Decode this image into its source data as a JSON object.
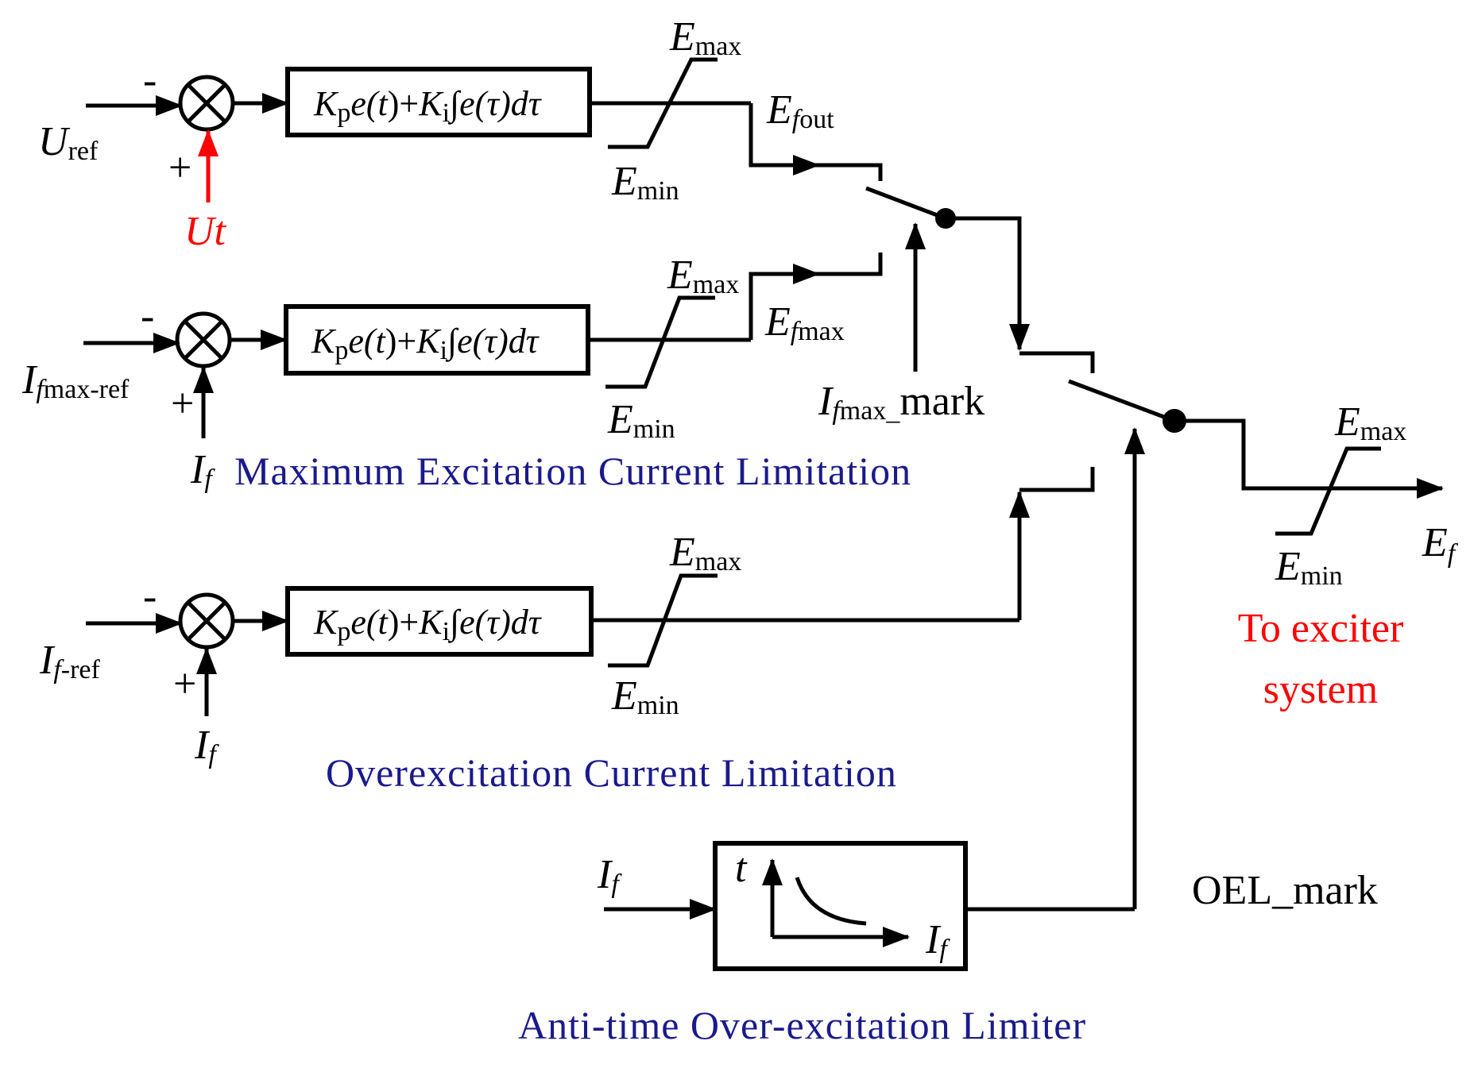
{
  "labels": {
    "u_ref": {
      "main": "U",
      "sub": "ref"
    },
    "ut": "Ut",
    "if_max_ref": {
      "main": "I",
      "subi": "f",
      "sub": "max-ref"
    },
    "if_1": {
      "main": "I",
      "subi": "f"
    },
    "if_ref": {
      "main": "I",
      "subi": "f",
      "sub": "-ref"
    },
    "if_2": {
      "main": "I",
      "subi": "f"
    },
    "if_3": {
      "main": "I",
      "subi": "f"
    },
    "if_axis": {
      "main": "I",
      "subi": "f"
    },
    "t_axis": "t",
    "minus": "-",
    "plus": "+",
    "e_max": {
      "main": "E",
      "sub": "max"
    },
    "e_min": {
      "main": "E",
      "sub": "min"
    },
    "e_fout": {
      "main": "E",
      "subi": "f",
      "sub": "out"
    },
    "e_fmax": {
      "main": "E",
      "subi": "f",
      "sub": "max"
    },
    "ifmax_mark": {
      "main": "I",
      "subi": "f",
      "sub": "max_",
      "tail": "mark"
    },
    "oel_mark": "OEL_mark",
    "e_f": {
      "main": "E",
      "subi": "f"
    },
    "to_exciter": [
      "To exciter",
      "system"
    ]
  },
  "pi_block": {
    "kp": "K",
    "kp_sub": "p",
    "e_t": "e(",
    "t": "t",
    "close_plus": ")+",
    "ki": "K",
    "ki_sub": "i",
    "integral": "∫",
    "e_tau": "e(",
    "tau": "τ",
    "close_d": ")d",
    "tau2": "τ"
  },
  "captions": {
    "max_excitation": "Maximum Excitation Current Limitation",
    "overexcitation": "Overexcitation Current Limitation",
    "anti_time": "Anti-time Over-excitation Limiter"
  },
  "colors": {
    "line": "#000000",
    "ut_signal": "#ff0000",
    "caption": "#1a1a8c",
    "to_exciter": "#ff0000"
  }
}
